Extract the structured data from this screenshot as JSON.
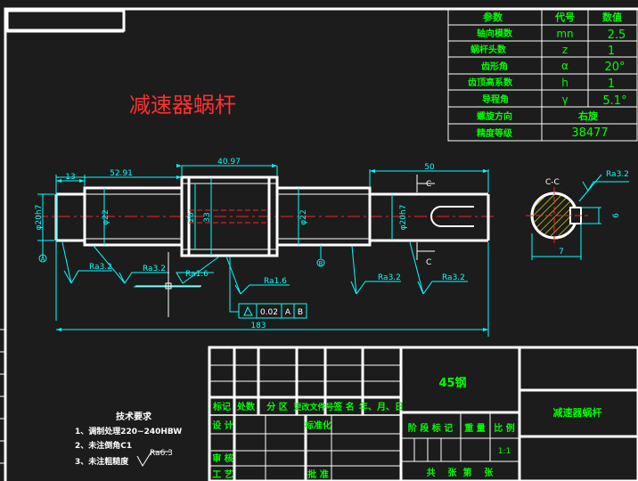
{
  "title_red": "减速器蜗杆",
  "colors": {
    "background": "#1c1c1c",
    "border": "#ffffff",
    "dimension": "#00ffff",
    "text_green": "#00ff00",
    "centerline": "#ff2020",
    "hatch": "#ffff00",
    "title_red": "#ff3030"
  },
  "params_table": {
    "header": [
      "参数",
      "代号",
      "数值"
    ],
    "rows": [
      [
        "轴向模数",
        "mn",
        "2.5"
      ],
      [
        "蜗杆头数",
        "z",
        "1"
      ],
      [
        "齿形角",
        "α",
        "20°"
      ],
      [
        "齿顶高系数",
        "h",
        "1"
      ],
      [
        "导程角",
        "γ",
        "5.1°"
      ],
      [
        "螺旋方向",
        "",
        "右旋"
      ],
      [
        "精度等级",
        "",
        "38477"
      ]
    ]
  },
  "dimensions": {
    "d13": "13",
    "d52": "52.91",
    "d40": "40.97",
    "d50": "50",
    "d183": "183",
    "dia20_left": "φ20h7",
    "dia22_left": "φ22",
    "dia28": "28",
    "dia33": "33",
    "dia22_right": "φ22",
    "dia20_right": "φ20h7",
    "key6": "6",
    "key7": "7",
    "section_label": "C-C",
    "c_top": "C",
    "c_bottom": "C"
  },
  "roughness": {
    "r1": "Ra3.2",
    "r2": "Ra3.2",
    "r3": "Ra1.6",
    "r4": "Ra1.6",
    "r5": "Ra3.2",
    "r6": "Ra3.2",
    "r_sect": "Ra3.2",
    "r_notes": "Ra6.3"
  },
  "tolerance_frame": {
    "value": "0.02",
    "datum_a": "A",
    "datum_b": "B"
  },
  "datums": {
    "left": "A",
    "right": "B"
  },
  "tech_notes": {
    "title": "技术要求",
    "items": [
      "1、调制处理220~240HBW",
      "2、未注倒角C1",
      "3、未注粗糙度"
    ]
  },
  "title_block": {
    "material": "45钢",
    "part_name": "减速器蜗杆",
    "row_labels": [
      "标记",
      "处数",
      "分 区",
      "更改文件号",
      "签 名",
      "年、月、日"
    ],
    "design": "设 计",
    "standardize": "标准化",
    "review": "审 核",
    "process": "工 艺",
    "approve": "批 准",
    "stage_mark": "阶 段 标 记",
    "weight": "重 量",
    "scale": "比 例",
    "scale_value": "1:1",
    "sheets": "共    张  第    张"
  }
}
